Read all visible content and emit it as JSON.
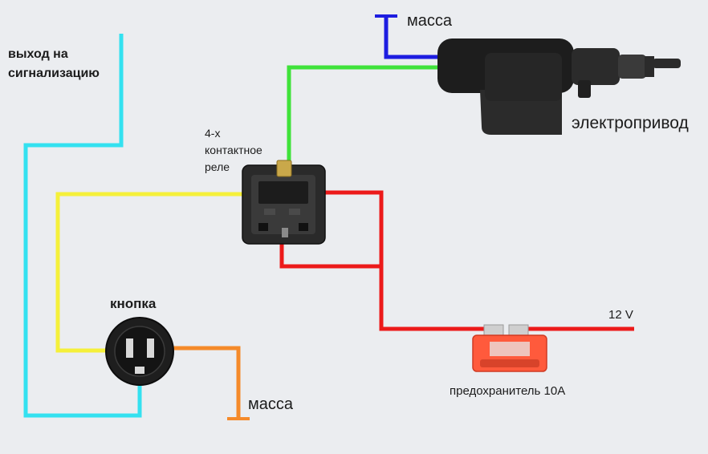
{
  "labels": {
    "signal_output_line1": "выход на",
    "signal_output_line2": "сигнализацию",
    "relay_line1": "4-х",
    "relay_line2": "контактное",
    "relay_line3": "реле",
    "button": "кнопка",
    "mass_top": "масса",
    "actuator": "электропривод",
    "voltage": "12 V",
    "fuse": "предохранитель 10А",
    "mass_bottom": "масса"
  },
  "wire_colors": {
    "signal": "#33e1f0",
    "yellow": "#f5f03a",
    "green": "#3fe23a",
    "blue": "#1d1de0",
    "red": "#ec1a1a",
    "orange": "#f58a2a"
  },
  "components": [
    "relay",
    "button",
    "actuator",
    "fuse"
  ]
}
